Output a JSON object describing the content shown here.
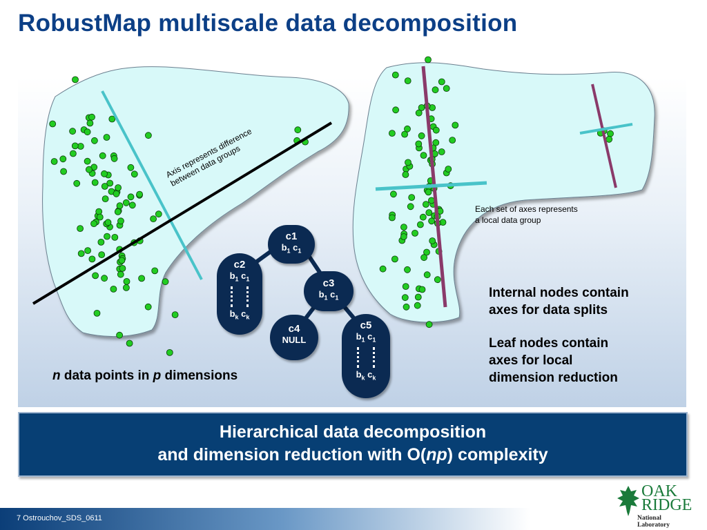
{
  "title": "RobustMap multiscale data decomposition",
  "annotations": {
    "axis_line1": "Axis represents difference",
    "axis_line2": "between data groups",
    "axes_line1": "Each set of axes represents",
    "axes_line2": "a local data group"
  },
  "notes": {
    "internal_line1": "Internal nodes contain",
    "internal_line2": "axes for data splits",
    "leaf_line1": "Leaf nodes contain",
    "leaf_line2": "axes for local",
    "leaf_line3": "dimension reduction"
  },
  "points_label": {
    "n": "n",
    "mid": " data points in ",
    "p": "p",
    "end": " dimensions"
  },
  "tree": {
    "c1": {
      "name": "c1",
      "b": "b",
      "c": "c",
      "sub": "1"
    },
    "c2": {
      "name": "c2",
      "b": "b",
      "c": "c",
      "sub1": "1",
      "subk": "k"
    },
    "c3": {
      "name": "c3",
      "b": "b",
      "c": "c",
      "sub": "1"
    },
    "c4": {
      "name": "c4",
      "value": "NULL"
    },
    "c5": {
      "name": "c5",
      "b": "b",
      "c": "c",
      "sub1": "1",
      "subk": "k"
    }
  },
  "banner": {
    "line1": "Hierarchical data decomposition",
    "line2_pre": "and dimension reduction with O(",
    "line2_italic": "np",
    "line2_post": ") complexity"
  },
  "footer": {
    "text": "7  Ostrouchov_SDS_0611"
  },
  "logo": {
    "oak": "OAK",
    "ridge": "RIDGE",
    "lab": "National Laboratory"
  },
  "colors": {
    "title": "#0c3f86",
    "blob": "#d8f9f9",
    "point": "#22cc22",
    "axis_teal": "#49c3c9",
    "axis_mauve": "#8a3a6a",
    "node": "#0b2a52",
    "banner": "#073f74",
    "logo": "#1a7a3a"
  }
}
